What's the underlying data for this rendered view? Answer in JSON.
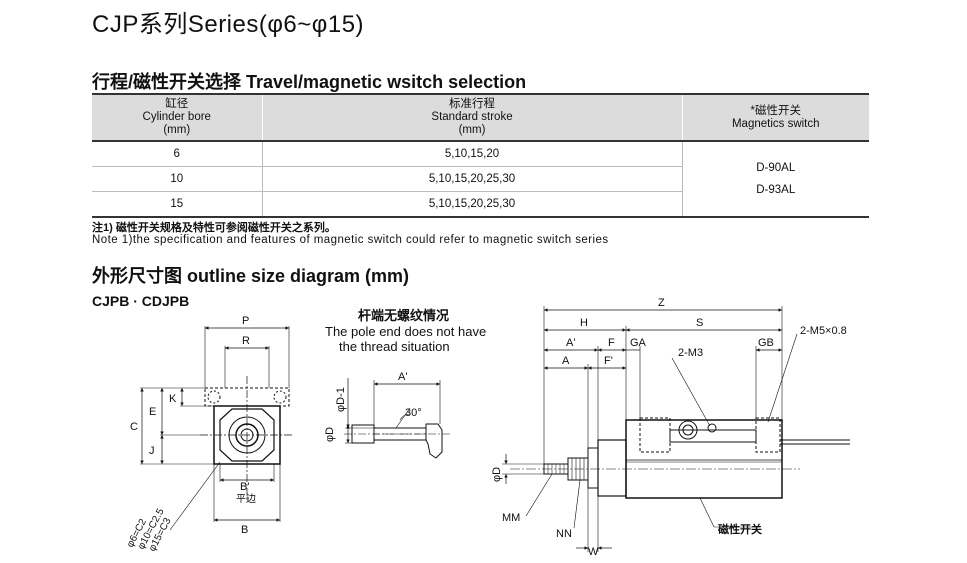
{
  "title": "CJP系列Series(φ6~φ15)",
  "selection": {
    "heading": "行程/磁性开关选择  Travel/magnetic wsitch selection",
    "headers": {
      "bore_cn": "缸径",
      "bore_en": "Cylinder bore",
      "bore_unit": "(mm)",
      "stroke_cn": "标准行程",
      "stroke_en": "Standard stroke",
      "stroke_unit": "(mm)",
      "switch_cn": "*磁性开关",
      "switch_en": "Magnetics switch"
    },
    "rows": [
      {
        "bore": "6",
        "stroke": "5,10,15,20"
      },
      {
        "bore": "10",
        "stroke": "5,10,15,20,25,30"
      },
      {
        "bore": "15",
        "stroke": "5,10,15,20,25,30"
      }
    ],
    "switches": [
      "D-90AL",
      "D-93AL"
    ]
  },
  "note": {
    "cn": "注1) 磁性开关规格及特性可参阅磁性开关之系列。",
    "en": "Note 1)the specification and features of magnetic switch could refer to magnetic switch series"
  },
  "outline": {
    "heading": "外形尺寸图 outline size diagram (mm)",
    "model": "CJPB · CDJPB",
    "front": {
      "P": "P",
      "R": "R",
      "C": "C",
      "E": "E",
      "K": "K",
      "J": "J",
      "Bp": "B'",
      "flat": "平边",
      "B": "B",
      "chamfer1": "φ6=C2",
      "chamfer2": "φ10=C2.5",
      "chamfer3": "φ15=C3"
    },
    "rod": {
      "title_cn": "杆端无螺纹情况",
      "title_en1": "The pole end does not have",
      "title_en2": "the thread situation",
      "Ap": "A'",
      "D1": "φD-1",
      "angle": "30°",
      "D": "φD"
    },
    "side": {
      "Z": "Z",
      "H": "H",
      "S": "S",
      "Ap": "A'",
      "F": "F",
      "GA": "GA",
      "A": "A",
      "Fp": "F'",
      "M3": "2-M3",
      "GB": "GB",
      "M5": "2-M5×0.8",
      "D": "φD",
      "MM": "MM",
      "NN": "NN",
      "W": "W",
      "switch": "磁性开关"
    }
  }
}
